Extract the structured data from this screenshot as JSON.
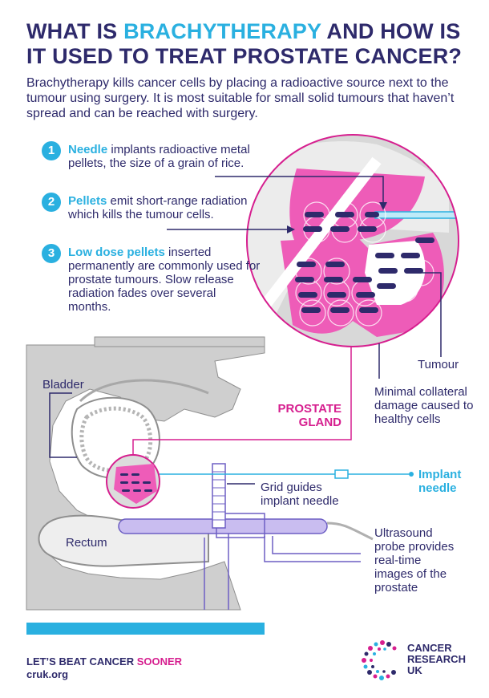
{
  "title": {
    "part1": "WHAT IS ",
    "highlight": "BRACHYTHERAPY",
    "part2": " AND HOW IS IT USED TO TREAT PROSTATE CANCER?"
  },
  "intro": "Brachytherapy kills cancer cells by placing a radioactive source next to the tumour using surgery. It is most suitable for small solid tumours that haven’t spread and can be reached with surgery.",
  "steps": [
    {
      "num": "1",
      "key": "Needle",
      "rest": " implants radioactive metal pellets, the size of a grain of rice."
    },
    {
      "num": "2",
      "key": "Pellets",
      "rest": " emit short-range radiation which kills the tumour cells."
    },
    {
      "num": "3",
      "key": "Low dose pellets",
      "rest": " inserted permanently are commonly used for prostate tumours. Slow release radiation fades over several months."
    }
  ],
  "labels": {
    "tumour": "Tumour",
    "collateral": "Minimal collateral damage caused to healthy cells",
    "prostate": "PROSTATE GLAND",
    "bladder": "Bladder",
    "rectum": "Rectum",
    "grid": "Grid guides implant needle",
    "implant_needle": "Implant needle",
    "ultrasound": "Ultrasound probe provides real-time images of the prostate"
  },
  "footer": {
    "slogan_part1": "LET’S BEAT CANCER ",
    "slogan_part2": "SOONER",
    "url": "cruk.org"
  },
  "logo": {
    "line1": "CANCER",
    "line2": "RESEARCH",
    "line3": "UK"
  },
  "colors": {
    "navy": "#2e2a6b",
    "cyan": "#2ab0e0",
    "magenta": "#d61f8f",
    "pink": "#ee5cb8",
    "grey": "#d5d5d5"
  }
}
